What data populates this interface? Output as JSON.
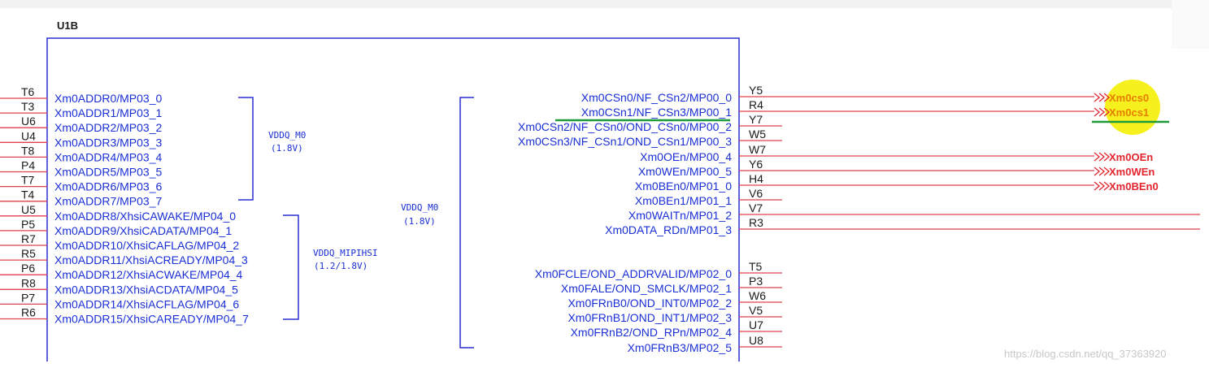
{
  "component": {
    "ref": "U1B",
    "body_color": "#2b2fd0",
    "pin_line_color": "#e0414d",
    "text_color": "#1a2fd6"
  },
  "left_pins": [
    {
      "num": "T6",
      "name": "Xm0ADDR0/MP03_0"
    },
    {
      "num": "T3",
      "name": "Xm0ADDR1/MP03_1"
    },
    {
      "num": "U6",
      "name": "Xm0ADDR2/MP03_2"
    },
    {
      "num": "U4",
      "name": "Xm0ADDR3/MP03_3"
    },
    {
      "num": "T8",
      "name": "Xm0ADDR4/MP03_4"
    },
    {
      "num": "P4",
      "name": "Xm0ADDR5/MP03_5"
    },
    {
      "num": "T7",
      "name": "Xm0ADDR6/MP03_6"
    },
    {
      "num": "T4",
      "name": "Xm0ADDR7/MP03_7"
    },
    {
      "num": "U5",
      "name": "Xm0ADDR8/XhsiCAWAKE/MP04_0"
    },
    {
      "num": "P5",
      "name": "Xm0ADDR9/XhsiCADATA/MP04_1"
    },
    {
      "num": "R7",
      "name": "Xm0ADDR10/XhsiCAFLAG/MP04_2"
    },
    {
      "num": "R5",
      "name": "Xm0ADDR11/XhsiACREADY/MP04_3"
    },
    {
      "num": "P6",
      "name": "Xm0ADDR12/XhsiACWAKE/MP04_4"
    },
    {
      "num": "R8",
      "name": "Xm0ADDR13/XhsiACDATA/MP04_5"
    },
    {
      "num": "P7",
      "name": "Xm0ADDR14/XhsiACFLAG/MP04_6"
    },
    {
      "num": "R6",
      "name": "Xm0ADDR15/XhsiCAREADY/MP04_7"
    }
  ],
  "power_groups": [
    {
      "name": "VDDQ_M0",
      "voltage": "(1.8V)"
    },
    {
      "name": "VDDQ_MIPIHSI",
      "voltage": "(1.2/1.8V)"
    },
    {
      "name": "VDDQ_M0",
      "voltage": "(1.8V)"
    }
  ],
  "right_pins": [
    {
      "num": "Y5",
      "name": "Xm0CSn0/NF_CSn2/MP00_0"
    },
    {
      "num": "R4",
      "name": "Xm0CSn1/NF_CSn3/MP00_1"
    },
    {
      "num": "Y7",
      "name": "Xm0CSn2/NF_CSn0/OND_CSn0/MP00_2"
    },
    {
      "num": "W5",
      "name": "Xm0CSn3/NF_CSn1/OND_CSn1/MP00_3"
    },
    {
      "num": "W7",
      "name": "Xm0OEn/MP00_4"
    },
    {
      "num": "Y6",
      "name": "Xm0WEn/MP00_5"
    },
    {
      "num": "H4",
      "name": "Xm0BEn0/MP01_0"
    },
    {
      "num": "V6",
      "name": "Xm0BEn1/MP01_1"
    },
    {
      "num": "V7",
      "name": "Xm0WAITn/MP01_2"
    },
    {
      "num": "R3",
      "name": "Xm0DATA_RDn/MP01_3"
    },
    {
      "num": "T5",
      "name": "Xm0FCLE/OND_ADDRVALID/MP02_0"
    },
    {
      "num": "P3",
      "name": "Xm0FALE/OND_SMCLK/MP02_1"
    },
    {
      "num": "W6",
      "name": "Xm0FRnB0/OND_INT0/MP02_2"
    },
    {
      "num": "V5",
      "name": "Xm0FRnB1/OND_INT1/MP02_3"
    },
    {
      "num": "U7",
      "name": "Xm0FRnB2/OND_RPn/MP02_4"
    },
    {
      "num": "U8",
      "name": "Xm0FRnB3/MP02_5"
    }
  ],
  "net_labels": [
    {
      "name": "Xm0cs0",
      "highlighted": true
    },
    {
      "name": "Xm0cs1",
      "highlighted": true
    },
    {
      "name": "Xm0OEn",
      "highlighted": false
    },
    {
      "name": "Xm0WEn",
      "highlighted": false
    },
    {
      "name": "Xm0BEn0",
      "highlighted": false
    }
  ],
  "annotation_colors": {
    "highlight": "#f5f01e",
    "underline": "#1e9a3a",
    "net_red": "#e4252e"
  },
  "watermark": "https://blog.csdn.net/qq_37363920"
}
